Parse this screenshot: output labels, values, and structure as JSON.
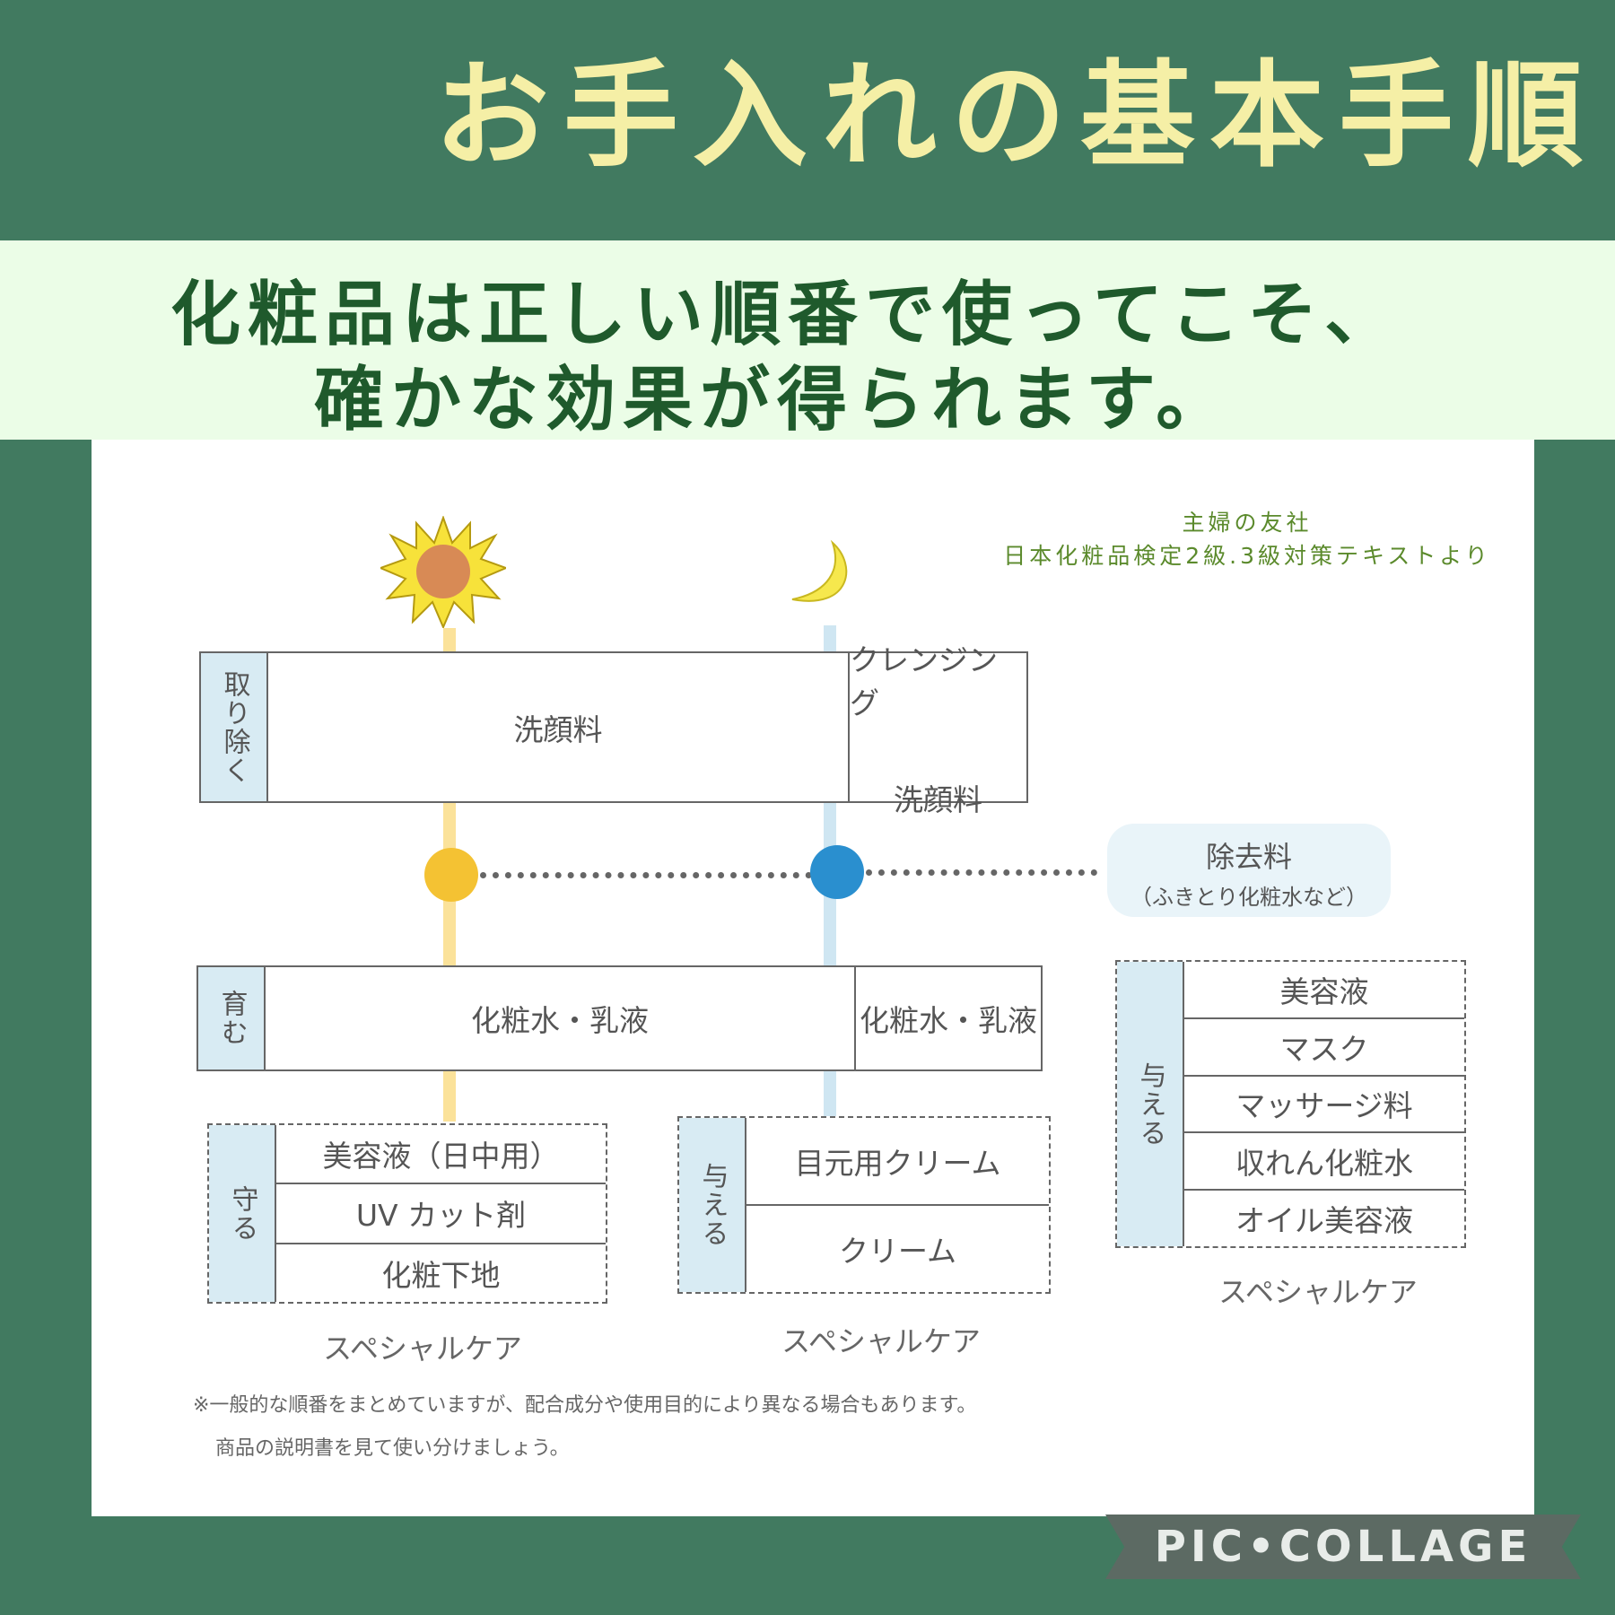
{
  "title": "お手入れの基本手順",
  "subtitle": {
    "line1": "化粧品は正しい順番で使ってこそ、",
    "line2": "確かな効果が得られます。"
  },
  "citation": {
    "publisher": "主婦の友社",
    "source": "日本化粧品検定2級.3級対策テキストより"
  },
  "diagram": {
    "remove": {
      "label": "取り除く",
      "morning": "洗顔料",
      "night_1": "クレンジング",
      "night_2": "洗顔料"
    },
    "remover": {
      "title": "除去料",
      "detail": "（ふきとり化粧水など）"
    },
    "nurture": {
      "label": "育む",
      "morning": "化粧水・乳液",
      "night": "化粧水・乳液"
    },
    "protect": {
      "label": "守る",
      "items": [
        "美容液（日中用）",
        "UV カット剤",
        "化粧下地"
      ],
      "caption": "スペシャルケア"
    },
    "give_night": {
      "label": "与える",
      "items": [
        "目元用クリーム",
        "クリーム"
      ],
      "caption": "スペシャルケア"
    },
    "give_special": {
      "label": "与える",
      "items": [
        "美容液",
        "マスク",
        "マッサージ料",
        "収れん化粧水",
        "オイル美容液"
      ],
      "caption": "スペシャルケア"
    }
  },
  "note": {
    "line1": "※一般的な順番をまとめていますが、配合成分や使用目的により異なる場合もあります。",
    "line2": "商品の説明書を見て使い分けましょう。"
  },
  "watermark": "PIC•COLLAGE",
  "colors": {
    "background": "#417a60",
    "title": "#f5efa6",
    "subtitle": "#1f5a2c",
    "morning": "#f4c233",
    "night": "#2a8fcf"
  }
}
